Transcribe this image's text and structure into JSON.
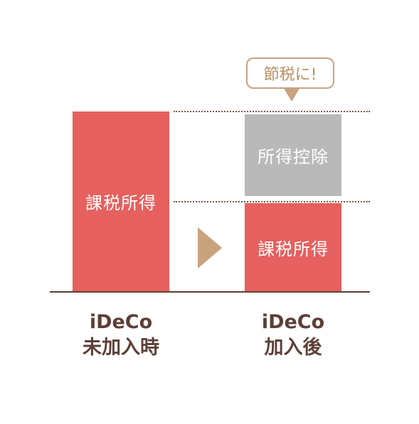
{
  "left_column": {
    "bar_label": "課税所得",
    "caption_line1": "iDeCo",
    "caption_line2": "未加入時"
  },
  "right_column": {
    "deduction_label": "所得控除",
    "taxable_label": "課税所得",
    "caption_line1": "iDeCo",
    "caption_line2": "加入後"
  },
  "callout": {
    "text": "節税に!"
  },
  "colors": {
    "taxable_income": "#e5605e",
    "deduction": "#b9b9b9",
    "text_dark": "#5d3f36",
    "accent": "#c9a27e"
  },
  "icons": {
    "arrow": "play-arrow-icon"
  }
}
